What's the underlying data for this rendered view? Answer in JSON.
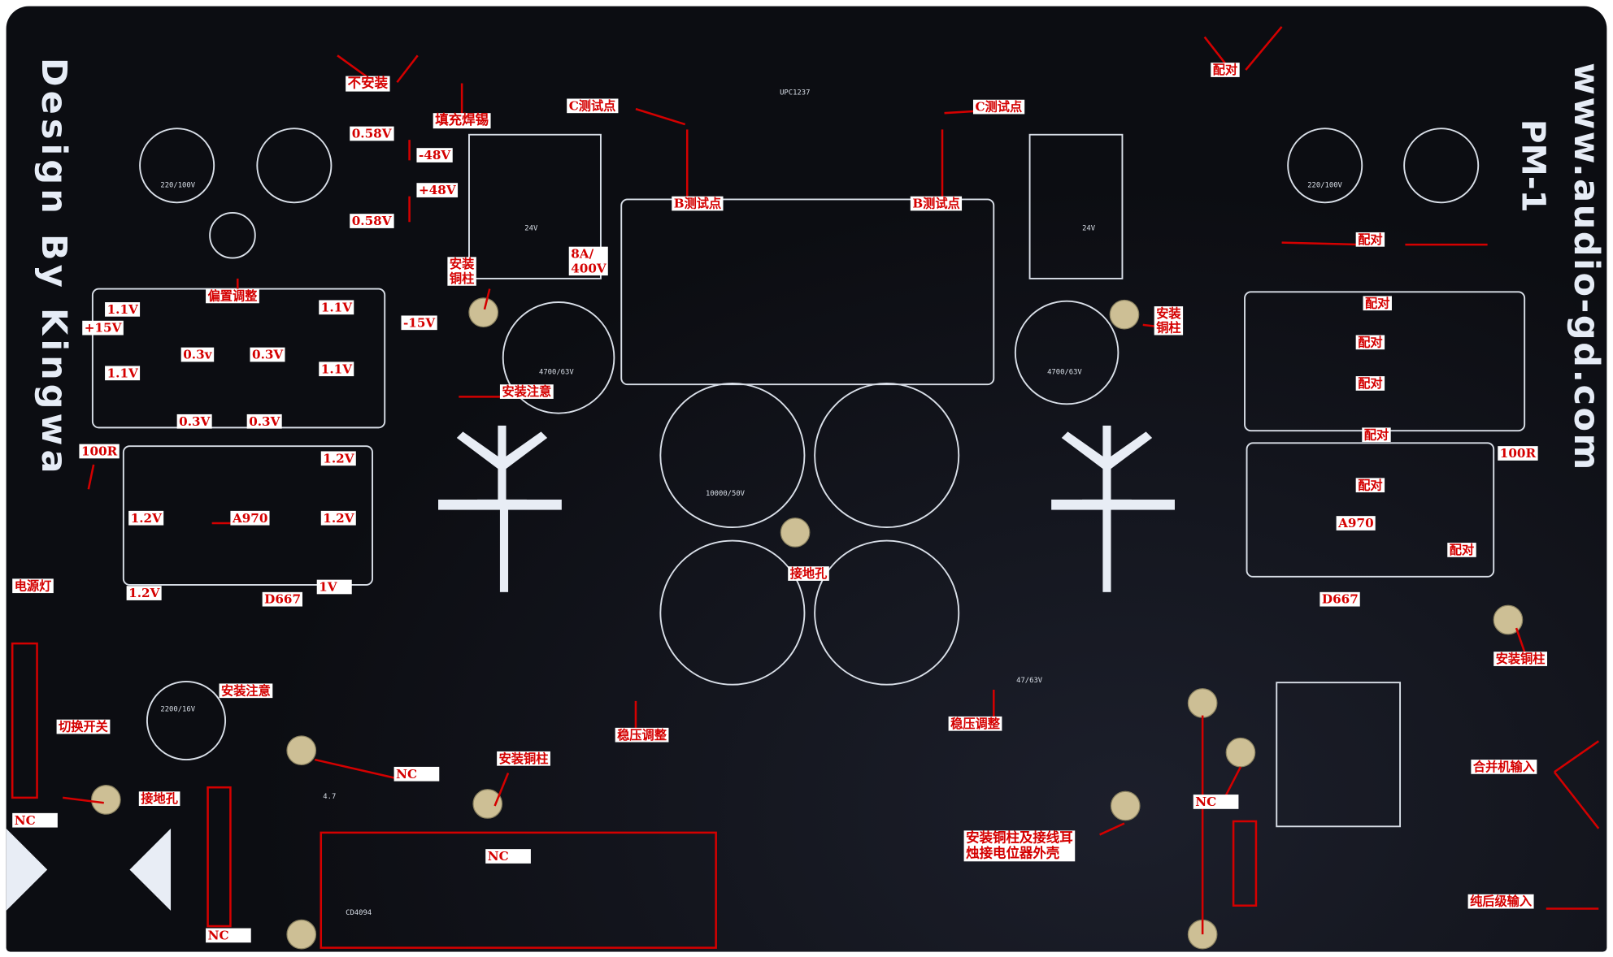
{
  "board": {
    "designer_text": "Design By Kingwa",
    "website": "www.audio-gd.com",
    "model": "PM-1"
  },
  "silkscreen": {
    "ic": "UPC1237",
    "cap_main": "220/100V",
    "cap_filter": "4700/63V",
    "cap_big": "10000/50V",
    "cap_small": "2200/16V",
    "relay": "24V",
    "cap_reg": "47/63V",
    "chip": "CD4094",
    "resistor": "4.7"
  },
  "annotations": {
    "do_not_install": "不安装",
    "fill_solder": "填充焊锡",
    "c_test_point_left": "C测试点",
    "c_test_point_right": "C测试点",
    "b_test_point_left": "B测试点",
    "b_test_point_right": "B测试点",
    "v058_top": "0.58V",
    "v058_bottom": "0.58V",
    "neg48": "-48V",
    "pos48": "+48V",
    "bias_adjust": "偏置调整",
    "v11_a": "1.1V",
    "v11_b": "1.1V",
    "v11_c": "1.1V",
    "v11_d": "1.1V",
    "v03_a": "0.3v",
    "v03_b": "0.3V",
    "v03_c": "0.3V",
    "v03_d": "0.3V",
    "pos15": "+15V",
    "neg15": "-15V",
    "standoff_1": "安装\n铜柱",
    "fuse": "8A/\n400V",
    "install_note_1": "安装注意",
    "r100_left": "100R",
    "r100_right": "100R",
    "v12_a": "1.2V",
    "v12_b": "1.2V",
    "v12_c": "1.2V",
    "v12_d": "1.2V",
    "a970_left": "A970",
    "a970_right": "A970",
    "v1": "1V",
    "d667_left": "D667",
    "d667_right": "D667",
    "power_led": "电源灯",
    "switch": "切换开关",
    "install_note_2": "安装注意",
    "ground_hole_left": "接地孔",
    "ground_hole_center": "接地孔",
    "nc_1": "NC",
    "nc_2": "NC",
    "nc_3": "NC",
    "nc_4": "NC",
    "nc_5": "NC",
    "standoff_2": "安装铜柱",
    "standoff_3": "安装\n铜柱",
    "standoff_4": "安装铜柱",
    "regulator_adjust_left": "稳压调整",
    "regulator_adjust_right": "稳压调整",
    "standoff_lug": "安装铜柱及接线耳\n烛接电位器外壳",
    "integrated_input": "合并机输入",
    "power_amp_input": "纯后级输入",
    "match_1": "配对",
    "match_2": "配对",
    "match_3": "配对",
    "match_4": "配对",
    "match_5": "配对",
    "match_6": "配对",
    "match_7": "配对",
    "match_8": "配对"
  },
  "colors": {
    "board": "#0c0d12",
    "annotation": "#d40000",
    "silk": "#d9dfe8",
    "pad": "#cdbf95"
  }
}
